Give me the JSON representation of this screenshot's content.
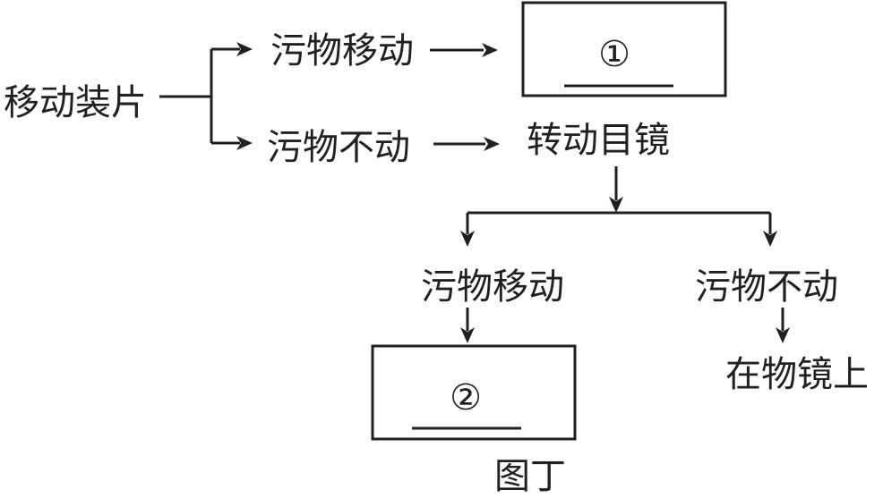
{
  "diagram": {
    "root": "移动装片",
    "branch_top": "污物移动",
    "branch_bottom": "污物不动",
    "blank_1": "①",
    "rotate_eyepiece": "转动目镜",
    "sub_left": "污物移动",
    "sub_right": "污物不动",
    "blank_2": "②",
    "on_objective": "在物镜上",
    "figure_label": "图丁"
  }
}
